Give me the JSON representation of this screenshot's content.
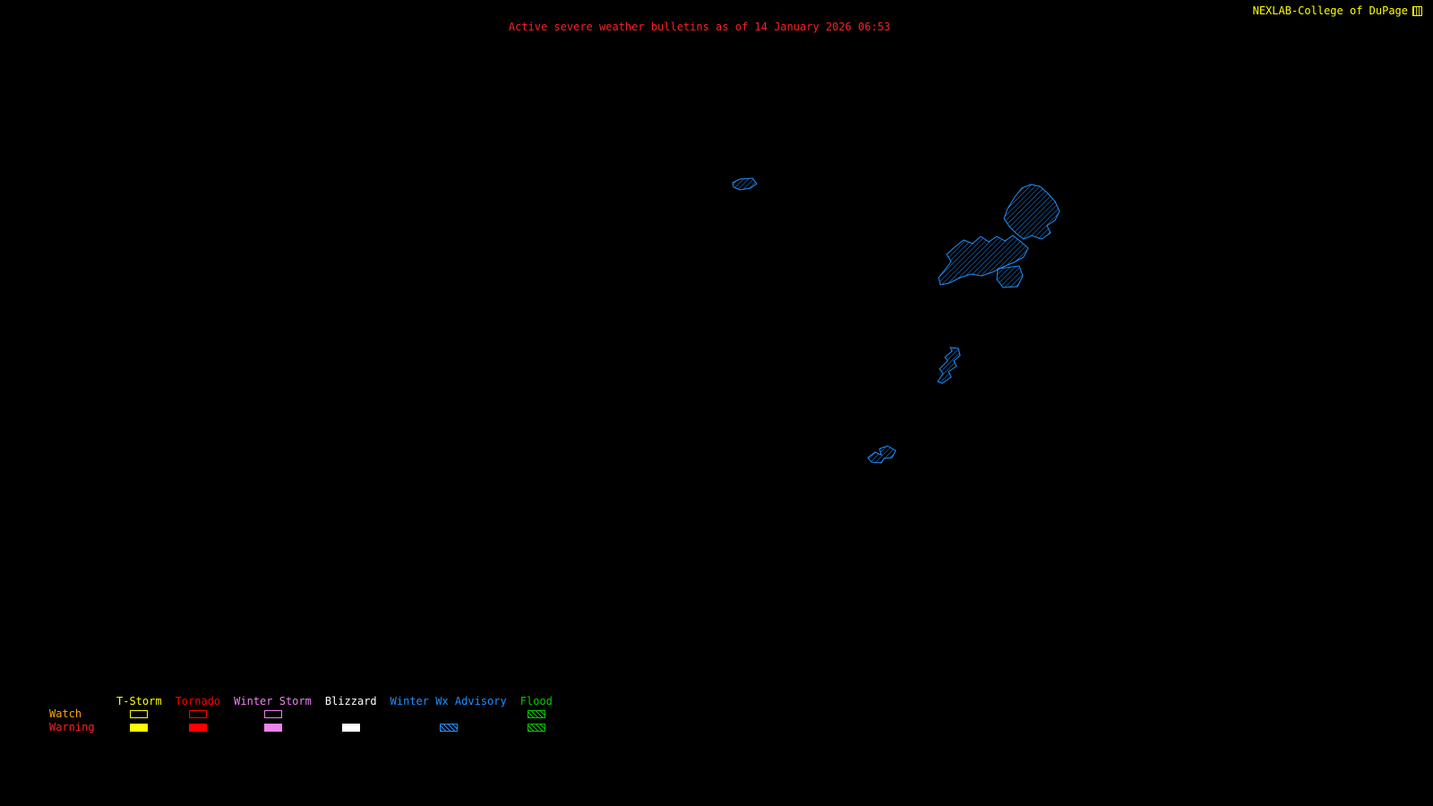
{
  "header": {
    "title": "Active severe weather bulletins as of 14 January 2026 06:53",
    "title_color": "#FF2020",
    "brand": "NEXLAB-College of DuPage",
    "brand_color": "#FFFF00"
  },
  "map": {
    "advisory_color": "#1E90FF",
    "region_type": "Winter Wx Advisory",
    "regions": [
      {
        "label": "winter-wx-advisory-region-west"
      },
      {
        "label": "winter-wx-advisory-region-northeast-upper"
      },
      {
        "label": "winter-wx-advisory-region-northeast-main"
      },
      {
        "label": "winter-wx-advisory-region-northeast-tab"
      },
      {
        "label": "winter-wx-advisory-region-central"
      },
      {
        "label": "winter-wx-advisory-region-south"
      }
    ]
  },
  "legend": {
    "row_labels": [
      {
        "label": "Watch",
        "color": "#FFA500"
      },
      {
        "label": "Warning",
        "color": "#FF2020"
      }
    ],
    "columns": [
      {
        "label": "T-Storm",
        "color": "#FFFF00",
        "watch": "outline",
        "warning": "filled"
      },
      {
        "label": "Tornado",
        "color": "#FF0000",
        "watch": "outline",
        "warning": "filled"
      },
      {
        "label": "Winter Storm",
        "color": "#EE82EE",
        "watch": "outline",
        "warning": "filled"
      },
      {
        "label": "Blizzard",
        "color": "#FFFFFF",
        "watch": "none",
        "warning": "filled"
      },
      {
        "label": "Winter Wx Advisory",
        "color": "#1E90FF",
        "watch": "none",
        "warning": "hatched"
      },
      {
        "label": "Flood",
        "color": "#00CC00",
        "watch": "hatched",
        "warning": "hatched"
      }
    ]
  }
}
